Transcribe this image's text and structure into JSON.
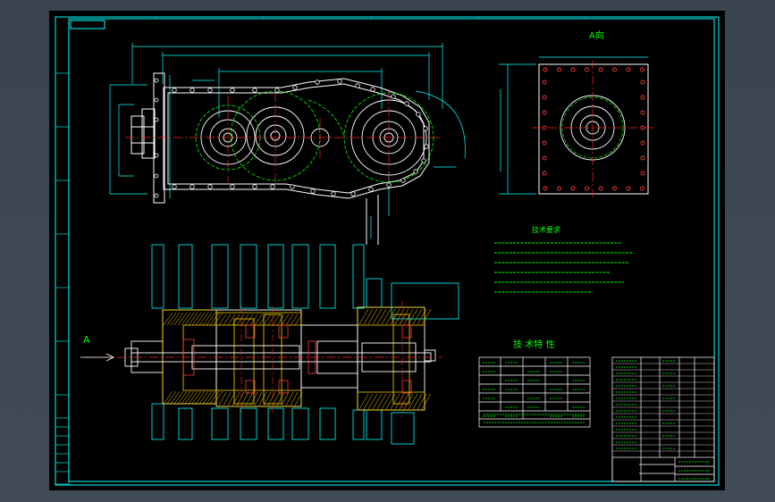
{
  "drawing": {
    "view_label": "A向",
    "arrow_label": "A",
    "technical_requirements_title": "技术要求",
    "technical_characteristics_title": "技 术特 性",
    "colors": {
      "background": "#000000",
      "viewport": "#3d4753",
      "frame": "#00ffff",
      "outline": "#ffffff",
      "center_line": "#ff2020",
      "dimension": "#00ffff",
      "gear_pitch": "#00ff00",
      "hatch": "#ffd200",
      "bolt_holes": "#ff3a3a",
      "text": "#00ff00",
      "section_fill": "#ffcc00"
    }
  }
}
